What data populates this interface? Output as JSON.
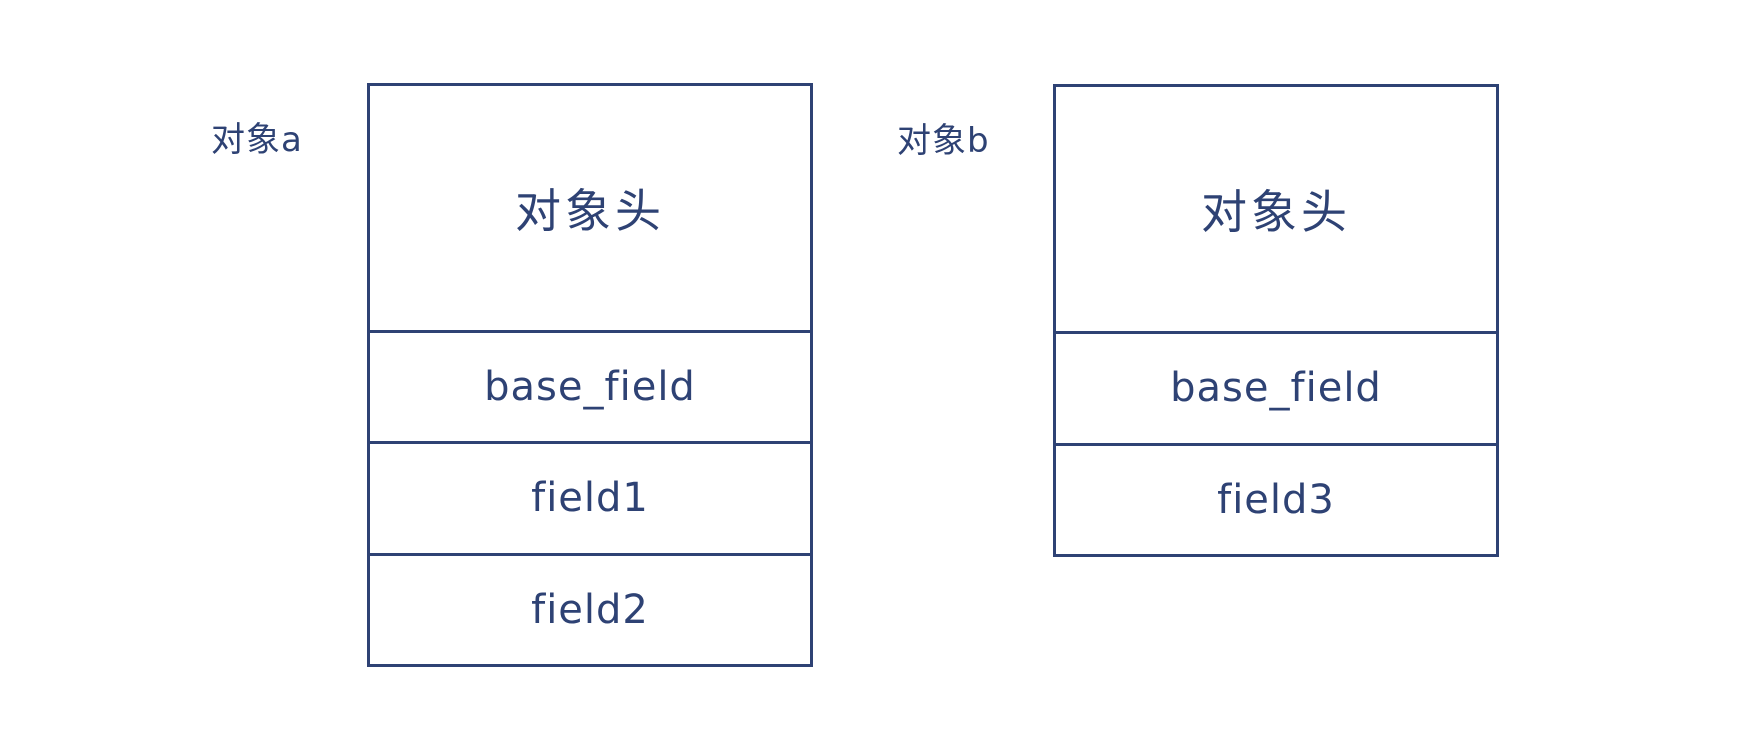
{
  "diagram": {
    "ink_color": "#2e4274",
    "background_color": "#ffffff",
    "object_a": {
      "label": "对象a",
      "header": "对象头",
      "fields": [
        "base_field",
        "field1",
        "field2"
      ]
    },
    "object_b": {
      "label": "对象b",
      "header": "对象头",
      "fields": [
        "base_field",
        "field3"
      ]
    }
  }
}
